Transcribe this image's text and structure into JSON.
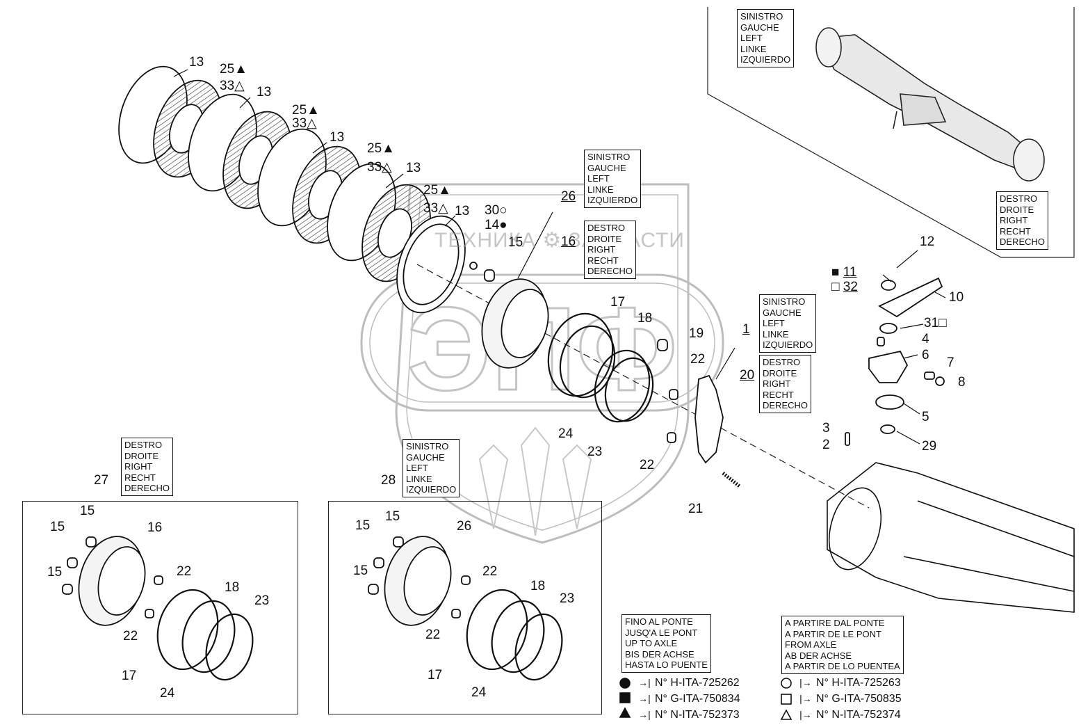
{
  "watermark": {
    "text": "ТЕХНИКА ⚙ ЗАПЧАСТИ",
    "logo_letters": "ЭПФ"
  },
  "lang_boxes": {
    "left": [
      "SINISTRO",
      "GAUCHE",
      "LEFT",
      "LINKE",
      "IZQUIERDO"
    ],
    "right": [
      "DESTRO",
      "DROITE",
      "RIGHT",
      "RECHT",
      "DERECHO"
    ]
  },
  "axle_notes": {
    "before": [
      "FINO AL PONTE",
      "JUSQ'A LE PONT",
      "UP TO AXLE",
      "BIS DER ACHSE",
      "HASTA LO PUENTE"
    ],
    "after": [
      "A PARTIRE DAL PONTE",
      "A PARTIR DE LE PONT",
      "FROM AXLE",
      "AB DER ACHSE",
      "A PARTIR DE LO PUENTEA"
    ]
  },
  "legend_before": [
    {
      "symbol": "●",
      "icon": "filled-circle-icon",
      "text": "N° H-ITA-725262"
    },
    {
      "symbol": "■",
      "icon": "filled-square-icon",
      "text": "N° G-ITA-750834"
    },
    {
      "symbol": "▲",
      "icon": "filled-triangle-icon",
      "text": "N° N-ITA-752373"
    }
  ],
  "legend_after": [
    {
      "symbol": "○",
      "icon": "hollow-circle-icon",
      "text": "N° H-ITA-725263"
    },
    {
      "symbol": "□",
      "icon": "hollow-square-icon",
      "text": "N° G-ITA-750835"
    },
    {
      "symbol": "△",
      "icon": "hollow-triangle-icon",
      "text": "N° N-ITA-752374"
    }
  ],
  "callouts": {
    "c13": "13",
    "c25": "25▲",
    "c33": "33△",
    "c30": "30○",
    "c14": "14●",
    "c15": "15",
    "c26": "26",
    "c16": "16",
    "c17": "17",
    "c18": "18",
    "c19": "19",
    "c22": "22",
    "c24": "24",
    "c23": "23",
    "c21": "21",
    "c1": "1",
    "c20": "20",
    "c12": "12",
    "c11": "11",
    "c32": "32",
    "c10": "10",
    "c31": "31□",
    "c4": "4",
    "c6": "6",
    "c7": "7",
    "c8": "8",
    "c5": "5",
    "c3": "3",
    "c2": "2",
    "c29": "29",
    "c27": "27",
    "c28": "28"
  }
}
